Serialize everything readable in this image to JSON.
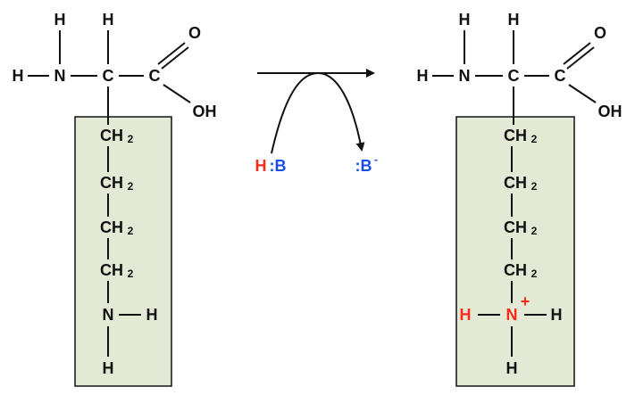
{
  "reactant": {
    "amino_h_top": "H",
    "alpha_h": "H",
    "amino_h_left": "H",
    "amino_n": "N",
    "alpha_c": "C",
    "carboxyl_c": "C",
    "carbonyl_o": "O",
    "hydroxyl": "OH",
    "side_chain": [
      "CH",
      "CH",
      "CH",
      "CH"
    ],
    "subscript": "2",
    "terminal_n": "N",
    "terminal_h_right": "H",
    "terminal_h_bottom": "H"
  },
  "reagents": {
    "acid_h": "H",
    "acid_b": ":B",
    "base": ":B",
    "base_charge": "-"
  },
  "product": {
    "amino_h_top": "H",
    "alpha_h": "H",
    "amino_h_left": "H",
    "amino_n": "N",
    "alpha_c": "C",
    "carboxyl_c": "C",
    "carbonyl_o": "O",
    "hydroxyl": "OH",
    "side_chain": [
      "CH",
      "CH",
      "CH",
      "CH"
    ],
    "subscript": "2",
    "terminal_n": "N",
    "charge": "+",
    "terminal_h_left": "H",
    "terminal_h_right": "H",
    "terminal_h_bottom": "H"
  },
  "colors": {
    "highlight": "#ff2a1a",
    "base": "#1a4ef0",
    "box": "#e2ead6"
  }
}
